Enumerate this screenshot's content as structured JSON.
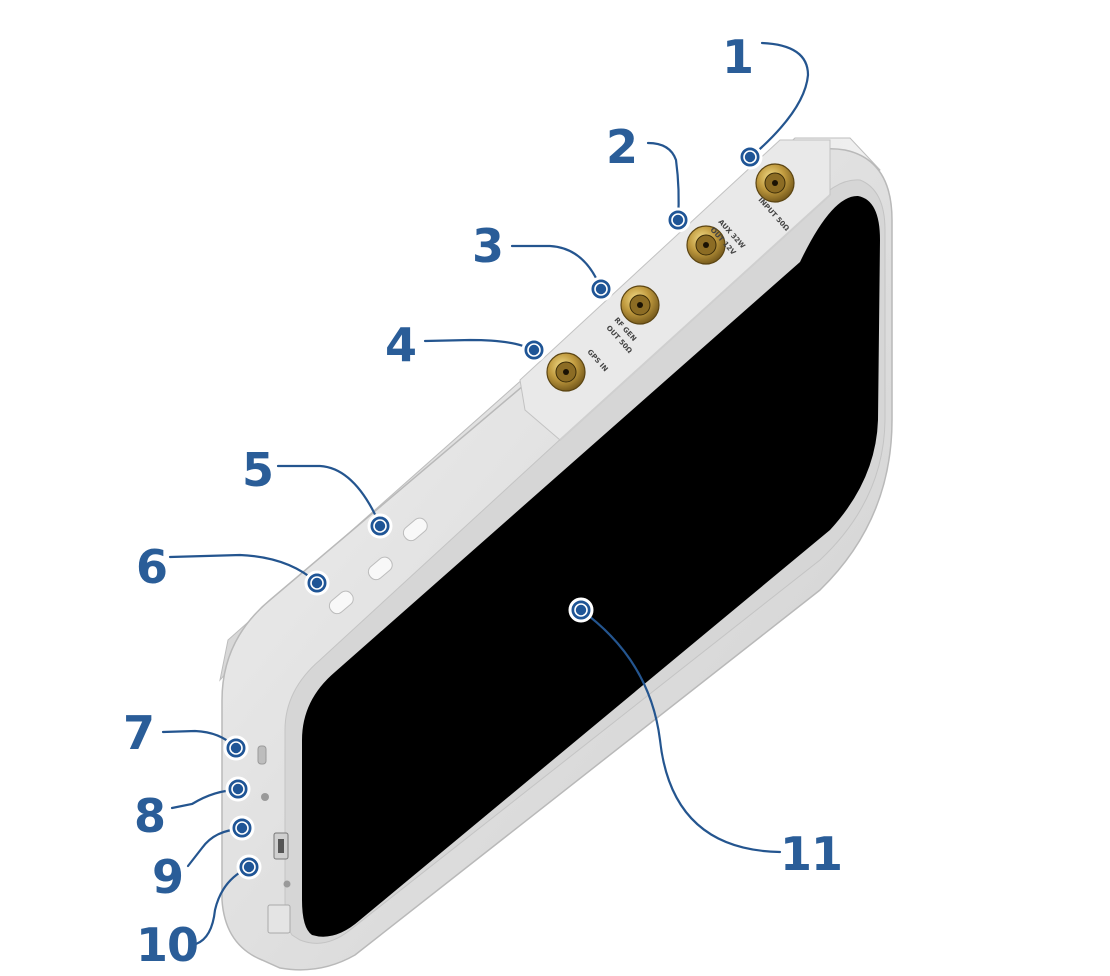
{
  "callouts": [
    {
      "id": "1",
      "label": "1"
    },
    {
      "id": "2",
      "label": "2"
    },
    {
      "id": "3",
      "label": "3"
    },
    {
      "id": "4",
      "label": "4"
    },
    {
      "id": "5",
      "label": "5"
    },
    {
      "id": "6",
      "label": "6"
    },
    {
      "id": "7",
      "label": "7"
    },
    {
      "id": "8",
      "label": "8"
    },
    {
      "id": "9",
      "label": "9"
    },
    {
      "id": "10",
      "label": "10"
    },
    {
      "id": "11",
      "label": "11"
    }
  ],
  "ports": [
    {
      "label_1": "INPUT 50Ω",
      "label_2": ""
    },
    {
      "label_1": "AUX 32W",
      "label_2": "OUT 12V"
    },
    {
      "label_1": "RF GEN",
      "label_2": "OUT 50Ω"
    },
    {
      "label_1": "GPS IN",
      "label_2": ""
    }
  ],
  "colors": {
    "accent": "#2a5d98",
    "device_body": "#e6e6e6",
    "screen": "#000000",
    "connector_gold": "#b8953d"
  }
}
